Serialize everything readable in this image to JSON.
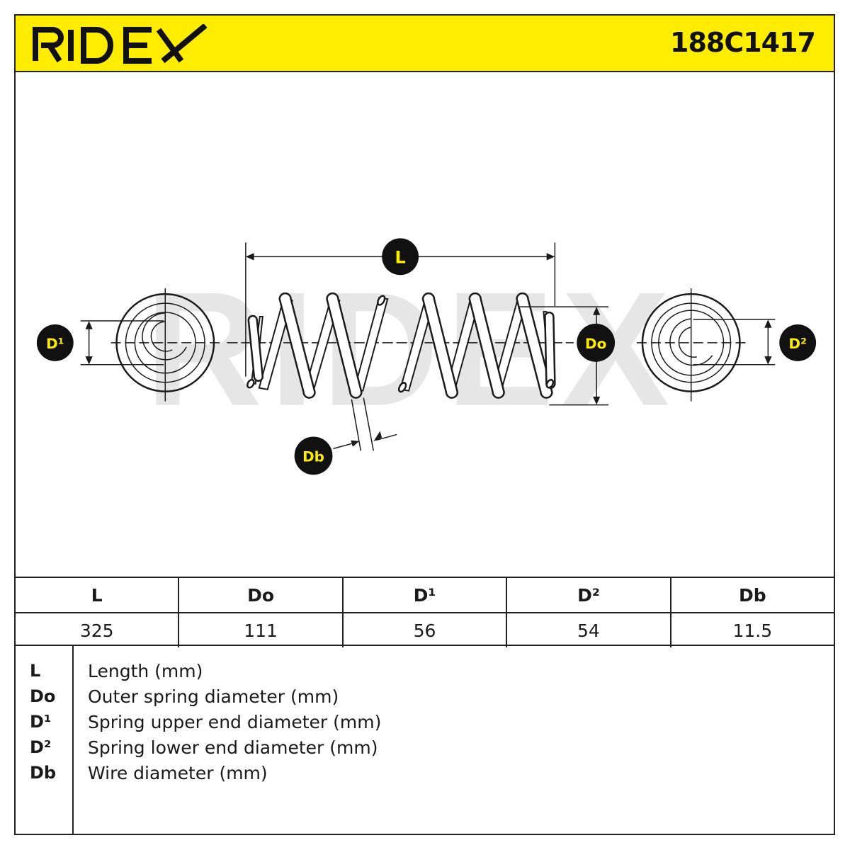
{
  "header": {
    "brand": "RIDEX",
    "part_number": "188C1417",
    "brand_color": "#ffed00"
  },
  "diagram": {
    "watermark": "RIDEX",
    "callouts": {
      "length": "L",
      "outer_diameter": "Do",
      "upper_end_diameter": "D¹",
      "lower_end_diameter": "D²",
      "wire_diameter": "Db"
    }
  },
  "table": {
    "headers": [
      "L",
      "Do",
      "D¹",
      "D²",
      "Db"
    ],
    "values": [
      "325",
      "111",
      "56",
      "54",
      "11.5"
    ]
  },
  "legend": [
    {
      "key": "L",
      "desc": "Length (mm)"
    },
    {
      "key": "Do",
      "desc": "Outer spring diameter (mm)"
    },
    {
      "key": "D¹",
      "desc": "Spring upper end diameter (mm)"
    },
    {
      "key": "D²",
      "desc": "Spring lower end diameter (mm)"
    },
    {
      "key": "Db",
      "desc": "Wire diameter (mm)"
    }
  ]
}
